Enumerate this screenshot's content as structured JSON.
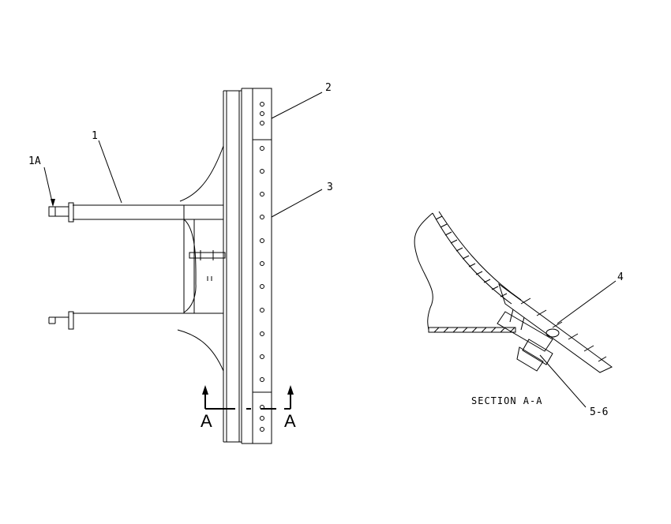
{
  "callouts": {
    "c1": "1",
    "c1a": "1A",
    "c2": "2",
    "c3": "3",
    "c4": "4",
    "c56": "5-6"
  },
  "section_marks": {
    "left": "A",
    "right": "A"
  },
  "section_view": {
    "title": "SECTION A-A"
  }
}
